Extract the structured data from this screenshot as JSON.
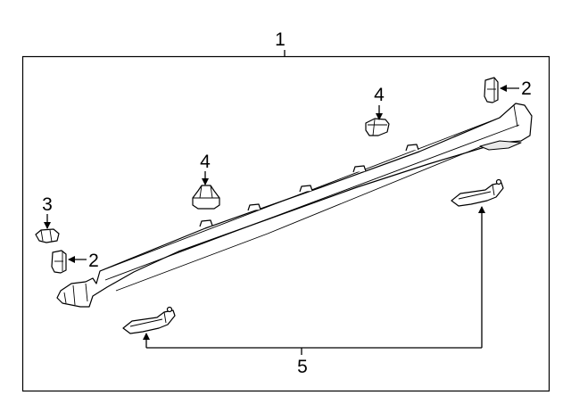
{
  "callouts": {
    "rocker_panel": "1",
    "cap_right": "2",
    "cap_left": "2",
    "clip_front": "3",
    "clip_upper_right": "4",
    "clip_middle": "4",
    "bracket_group": "5"
  }
}
